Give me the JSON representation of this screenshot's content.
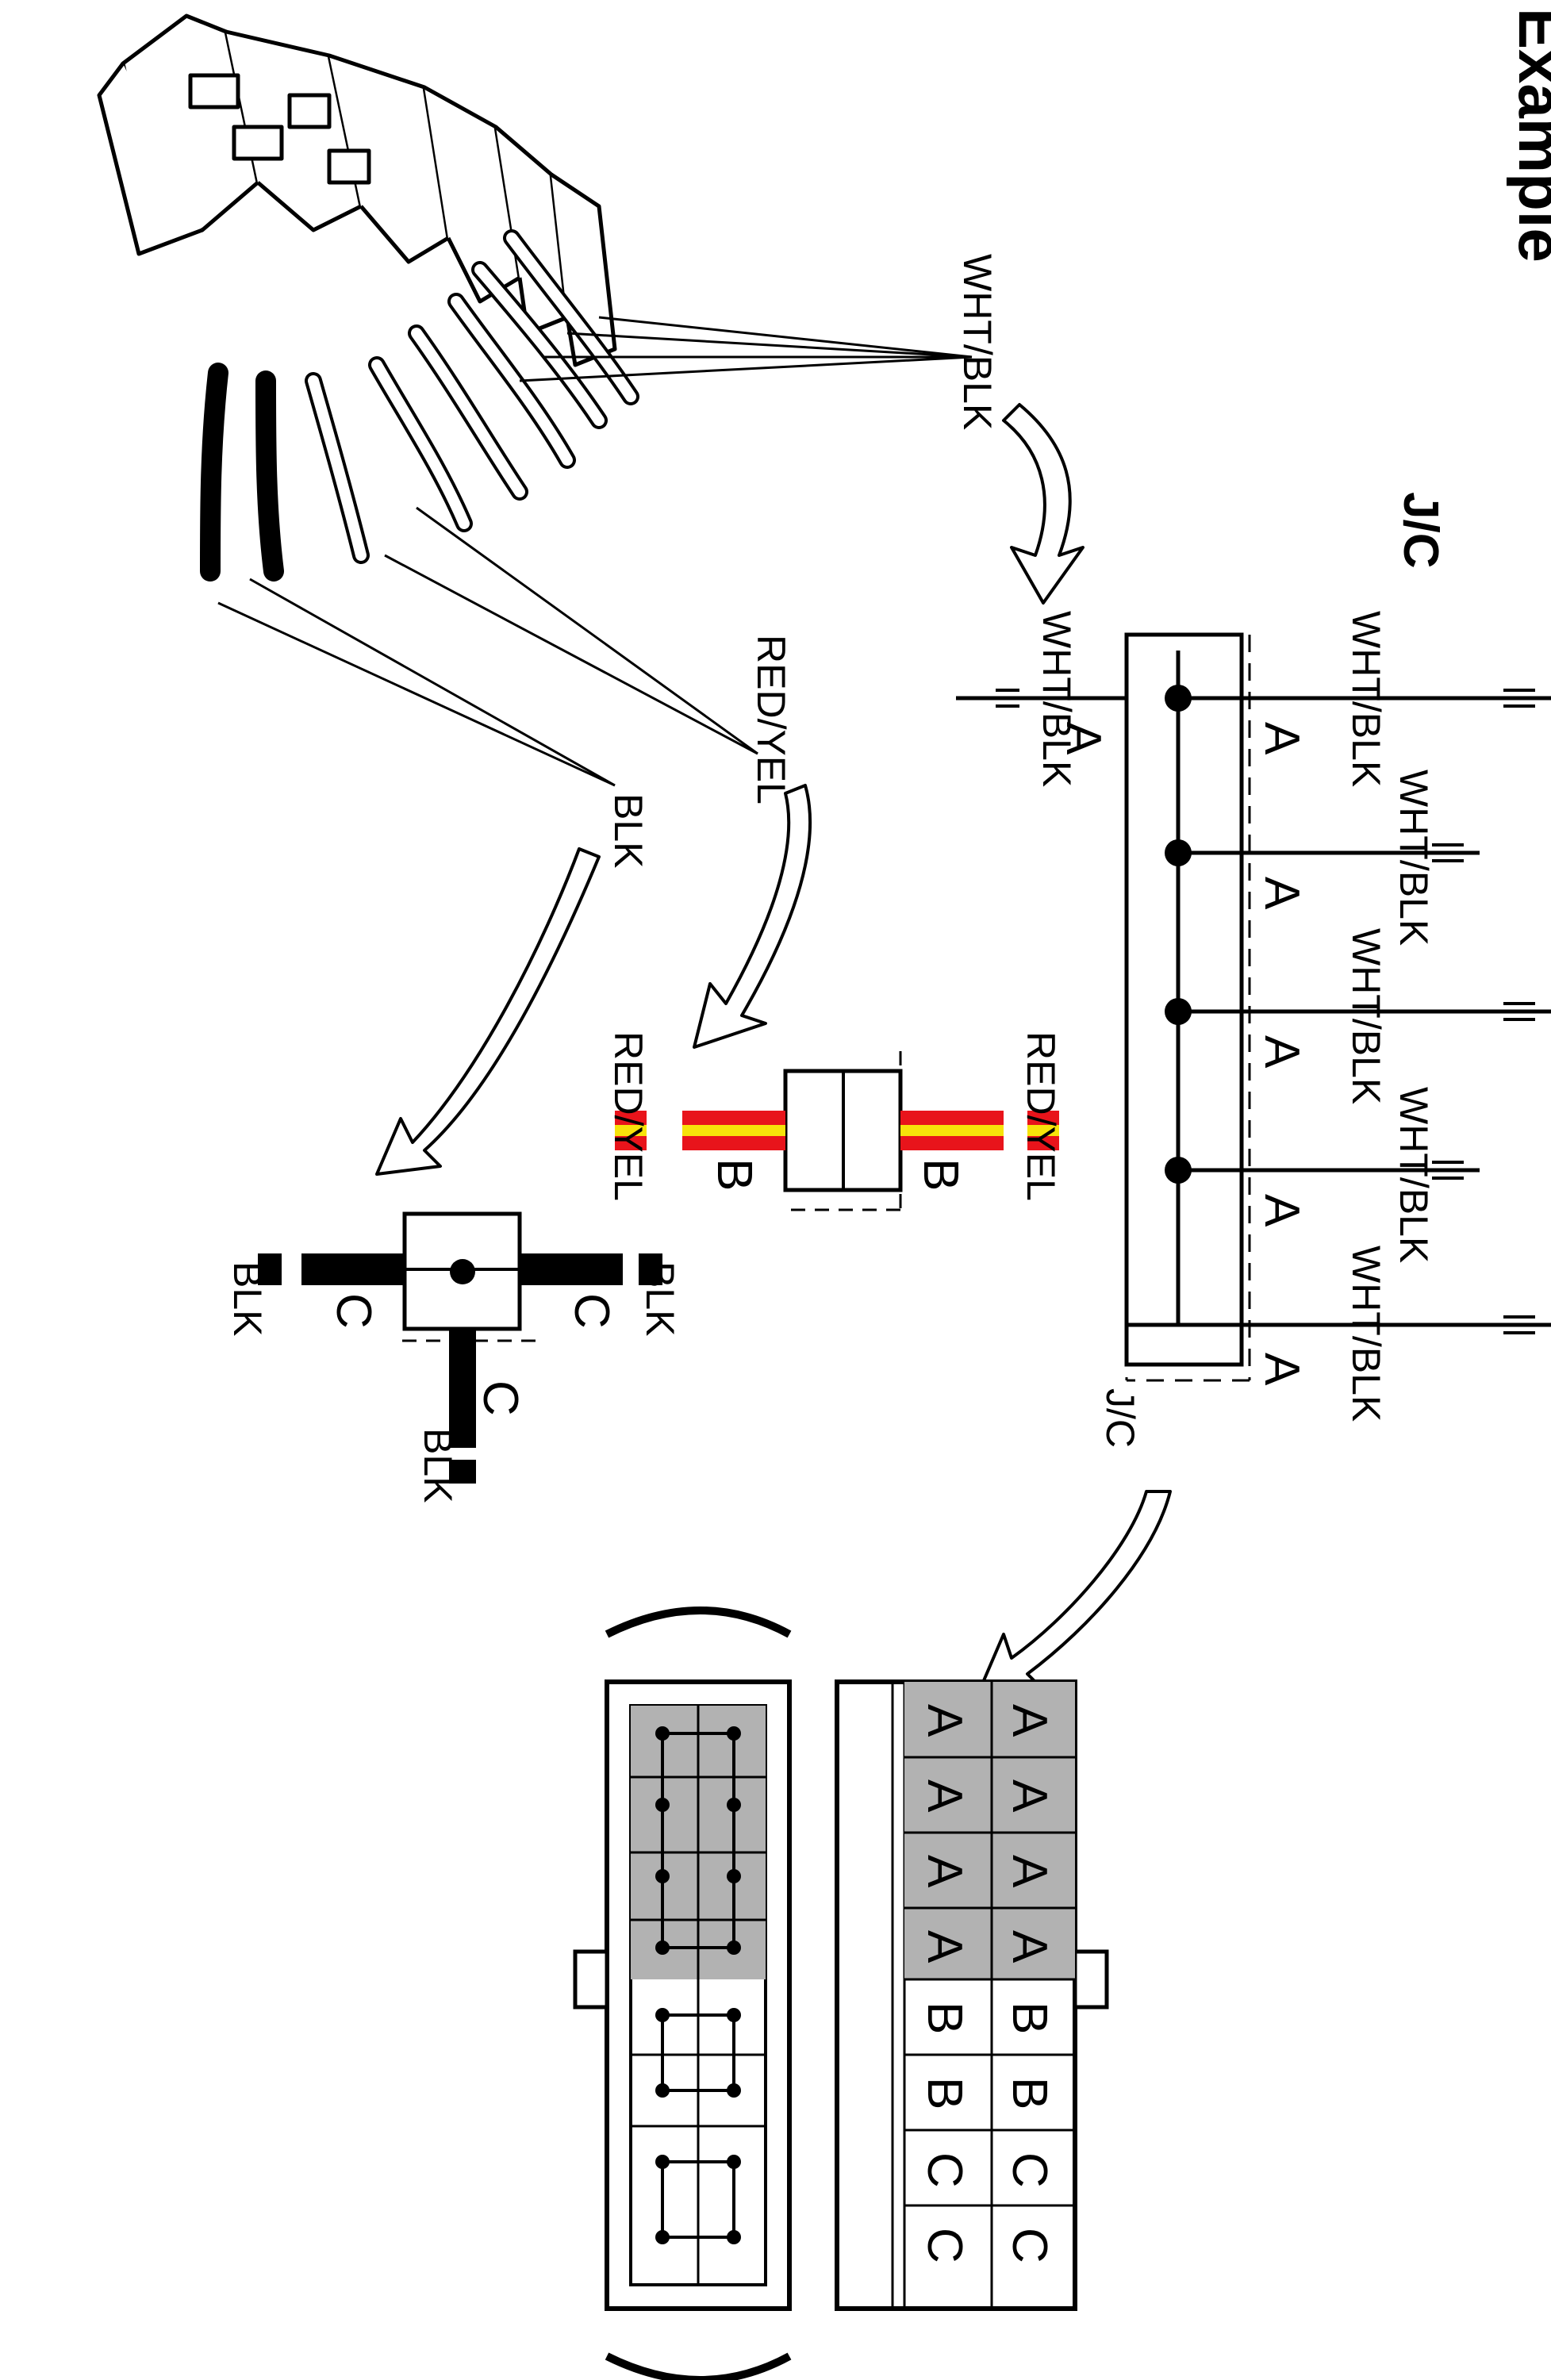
{
  "title": "Example",
  "colors": {
    "wire_red": "#e8141b",
    "wire_yellow": "#f7e30a",
    "cavity_fill": "#b2b2b2",
    "ink": "#000000"
  },
  "labels": {
    "jc_title": "J/C",
    "jc_bottom": "J/C",
    "connector_wire_wht_blk": "WHT/BLK",
    "connector_wire_red_yel": "RED/YEL",
    "connector_wire_blk": "BLK",
    "wht_blk_top_1": "WHT/BLK",
    "wht_blk_top_2": "WHT/BLK",
    "wht_blk_top_3": "WHT/BLK",
    "wht_blk_top_4": "WHT/BLK",
    "wht_blk_top_5": "WHT/BLK",
    "wht_blk_bottom": "WHT/BLK",
    "red_yel_top": "RED/YEL",
    "red_yel_bottom": "RED/YEL",
    "blk_left": "BLK",
    "blk_right": "BLK",
    "blk_down": "BLK"
  },
  "pins": {
    "a": "A",
    "b": "B",
    "c": "C"
  },
  "connector_face_pins": {
    "upper_row": [
      "A",
      "A",
      "A",
      "A",
      "B",
      "B",
      "C",
      "C"
    ],
    "lower_row": [
      "A",
      "A",
      "A",
      "A",
      "B",
      "B",
      "C",
      "C"
    ]
  }
}
